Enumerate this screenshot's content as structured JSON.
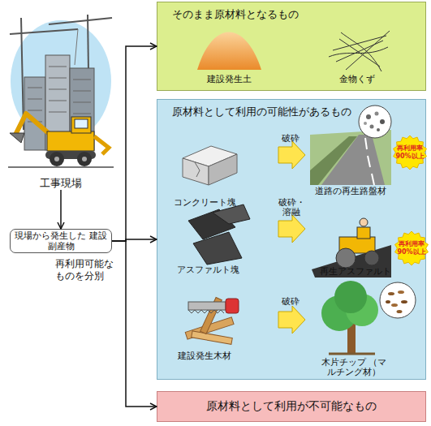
{
  "diagram": {
    "nodes": [
      {
        "text": [
          "工事現場"
        ]
      },
      {
        "text": [
          "現場から発生した 建設副産物"
        ]
      },
      {
        "text": [
          "そのまま原材料となるもの"
        ]
      },
      {
        "text": [
          "原材料として利用の可能性があるもの"
        ]
      },
      {
        "text": [
          "再利用率 90%以上"
        ],
        "in": 3
      },
      {
        "text": [
          "再利用率 90%以上"
        ],
        "in": 3
      },
      {
        "text": [
          "原材料として利用が不可能なもの"
        ]
      }
    ],
    "edges": [
      {
        "from": 0,
        "to": 1,
        "arrow": "to"
      },
      {
        "from": 1,
        "to": 2,
        "arrow": "to"
      },
      {
        "from": 1,
        "to": 3,
        "arrow": "to"
      },
      {
        "from": 1,
        "to": 6,
        "arrow": "to"
      }
    ],
    "labels": [
      "建設発生土",
      "金物くず",
      "コンクリート塊",
      "破砕",
      "道路の再生路盤材",
      "アスファルト塊",
      "破砕・溶融",
      "再生アスファルト",
      "建設発生木材",
      "破砕",
      "木片チップ （マルチング材）",
      "再利用可能な ものを分別"
    ]
  }
}
